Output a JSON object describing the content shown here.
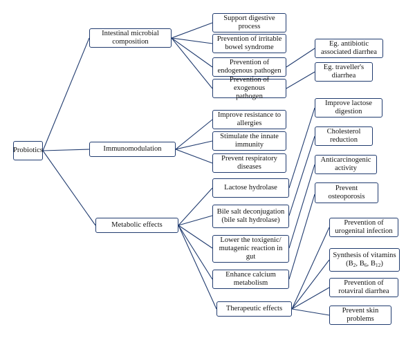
{
  "diagram": {
    "root": "Probiotics",
    "categories": {
      "intestinal": "Intestinal microbial\ncomposition",
      "immuno": "Immunomodulation",
      "metabolic": "Metabolic effects"
    },
    "intestinal_items": {
      "support": "Support digestive\nprocess",
      "ibs": "Prevention of irritable\nbowel syndrome",
      "endogenous": "Prevention of\nendogenous pathogen",
      "exogenous": "Prevention of exogenous\npathogen"
    },
    "examples": {
      "antibiotic": "Eg. antibiotic\nassociated diarrhea",
      "traveller": "Eg. traveller's\ndiarrhea"
    },
    "immuno_items": {
      "allergies": "Improve resistance to\nallergies",
      "innate": "Stimulate the innate\nimmunity",
      "respiratory": "Prevent respiratory\ndiseases"
    },
    "metabolic_items": {
      "lactose_hydrolase": "Lactose hydrolase",
      "bile": "Bile salt deconjugation\n(bile salt hydrolase)",
      "toxigenic": "Lower the toxigenic/\nmutagenic reaction in\ngut",
      "calcium": "Enhance calcium\nmetabolism",
      "therapeutic": "Therapeutic effects"
    },
    "metabolic_outcomes": {
      "lactose_digestion": "Improve lactose\ndigestion",
      "cholesterol": "Cholesterol\nreduction",
      "anticarcinogenic": "Anticarcinogenic\nactivity",
      "osteoporosis": "Prevent\nosteoporosis"
    },
    "therapeutic_items": {
      "urogenital": "Prevention of\nurogenital infection",
      "vitamins": {
        "line1": "Synthesis of vitamins",
        "open": "(B",
        "b2_sub": "2",
        "sep1": ", B",
        "b6_sub": "6",
        "sep2": ", B",
        "b12_sub": "12",
        "close": ")"
      },
      "rotaviral": "Prevention of\nrotaviral diarrhea",
      "skin": "Prevent skin\nproblems"
    }
  },
  "colors": {
    "line": "#1f3a6e",
    "border": "#1f3a6e",
    "text": "#111111",
    "background": "#ffffff"
  }
}
